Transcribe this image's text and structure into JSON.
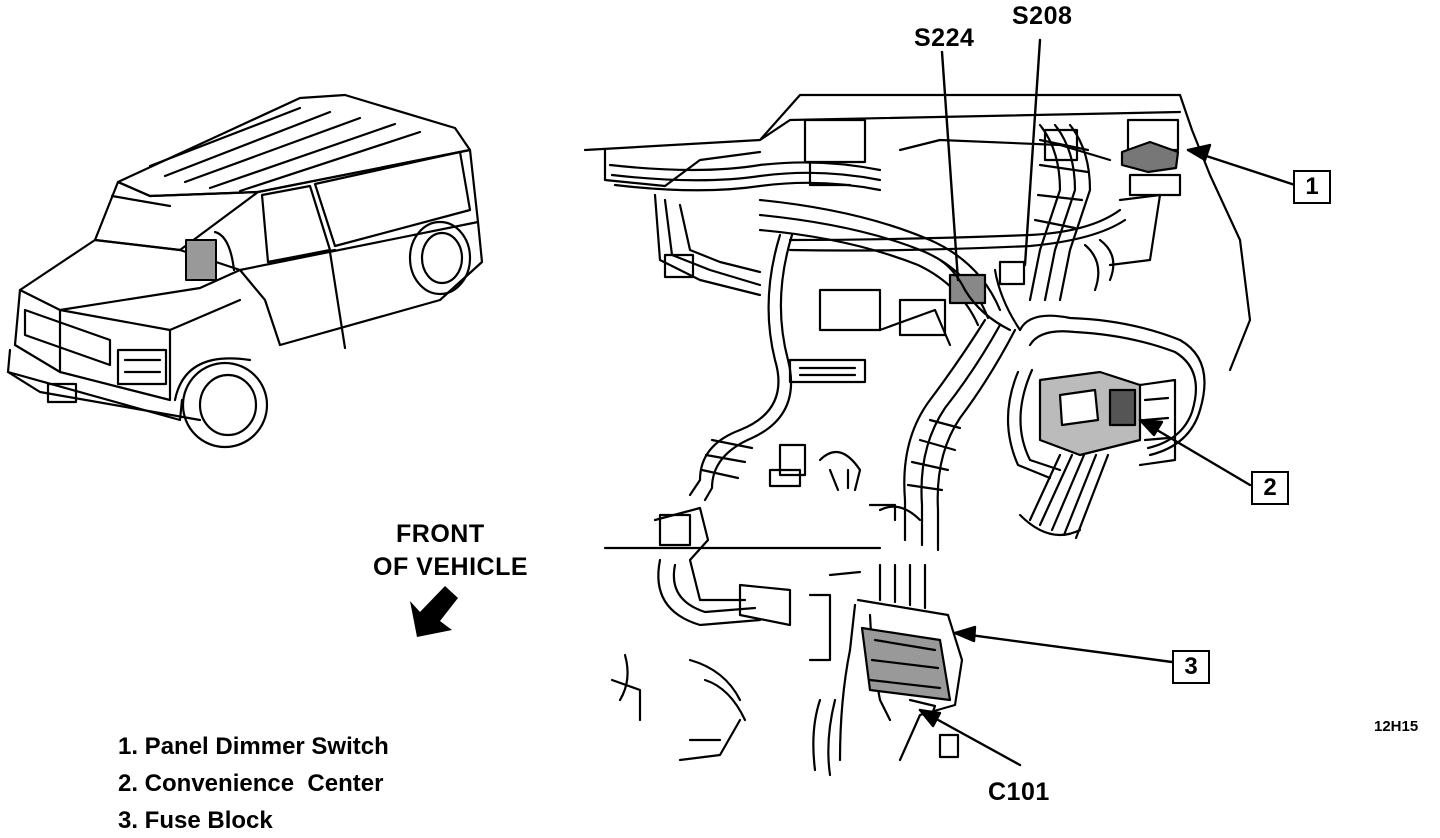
{
  "labels": {
    "s224": "S224",
    "s208": "S208",
    "c101": "C101",
    "front_line1": "FRONT",
    "front_line2": "OF VEHICLE",
    "figure_code": "12H15"
  },
  "callouts": [
    "1",
    "2",
    "3"
  ],
  "legend": [
    "1. Panel Dimmer Switch",
    "2. Convenience  Center",
    "3. Fuse Block"
  ]
}
